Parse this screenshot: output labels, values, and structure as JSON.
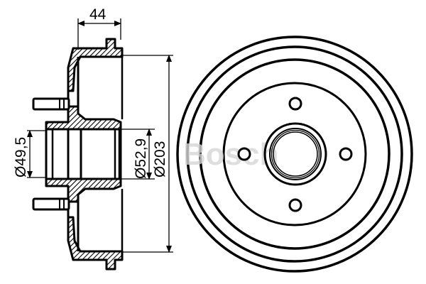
{
  "drawing": {
    "subject": "brake drum technical drawing",
    "watermark": "Bosch",
    "colors": {
      "line": "#000000",
      "background": "#ffffff",
      "watermark": "#d6d6d6"
    }
  },
  "section_view": {
    "dimensions": {
      "width": "44",
      "bore_inner": "Ø49,5",
      "bore_outer": "Ø52,9",
      "drum_diameter": "Ø203"
    }
  },
  "front_view": {
    "concentric_rings": 4,
    "bolt_holes": 4,
    "hub_rings": 4
  }
}
